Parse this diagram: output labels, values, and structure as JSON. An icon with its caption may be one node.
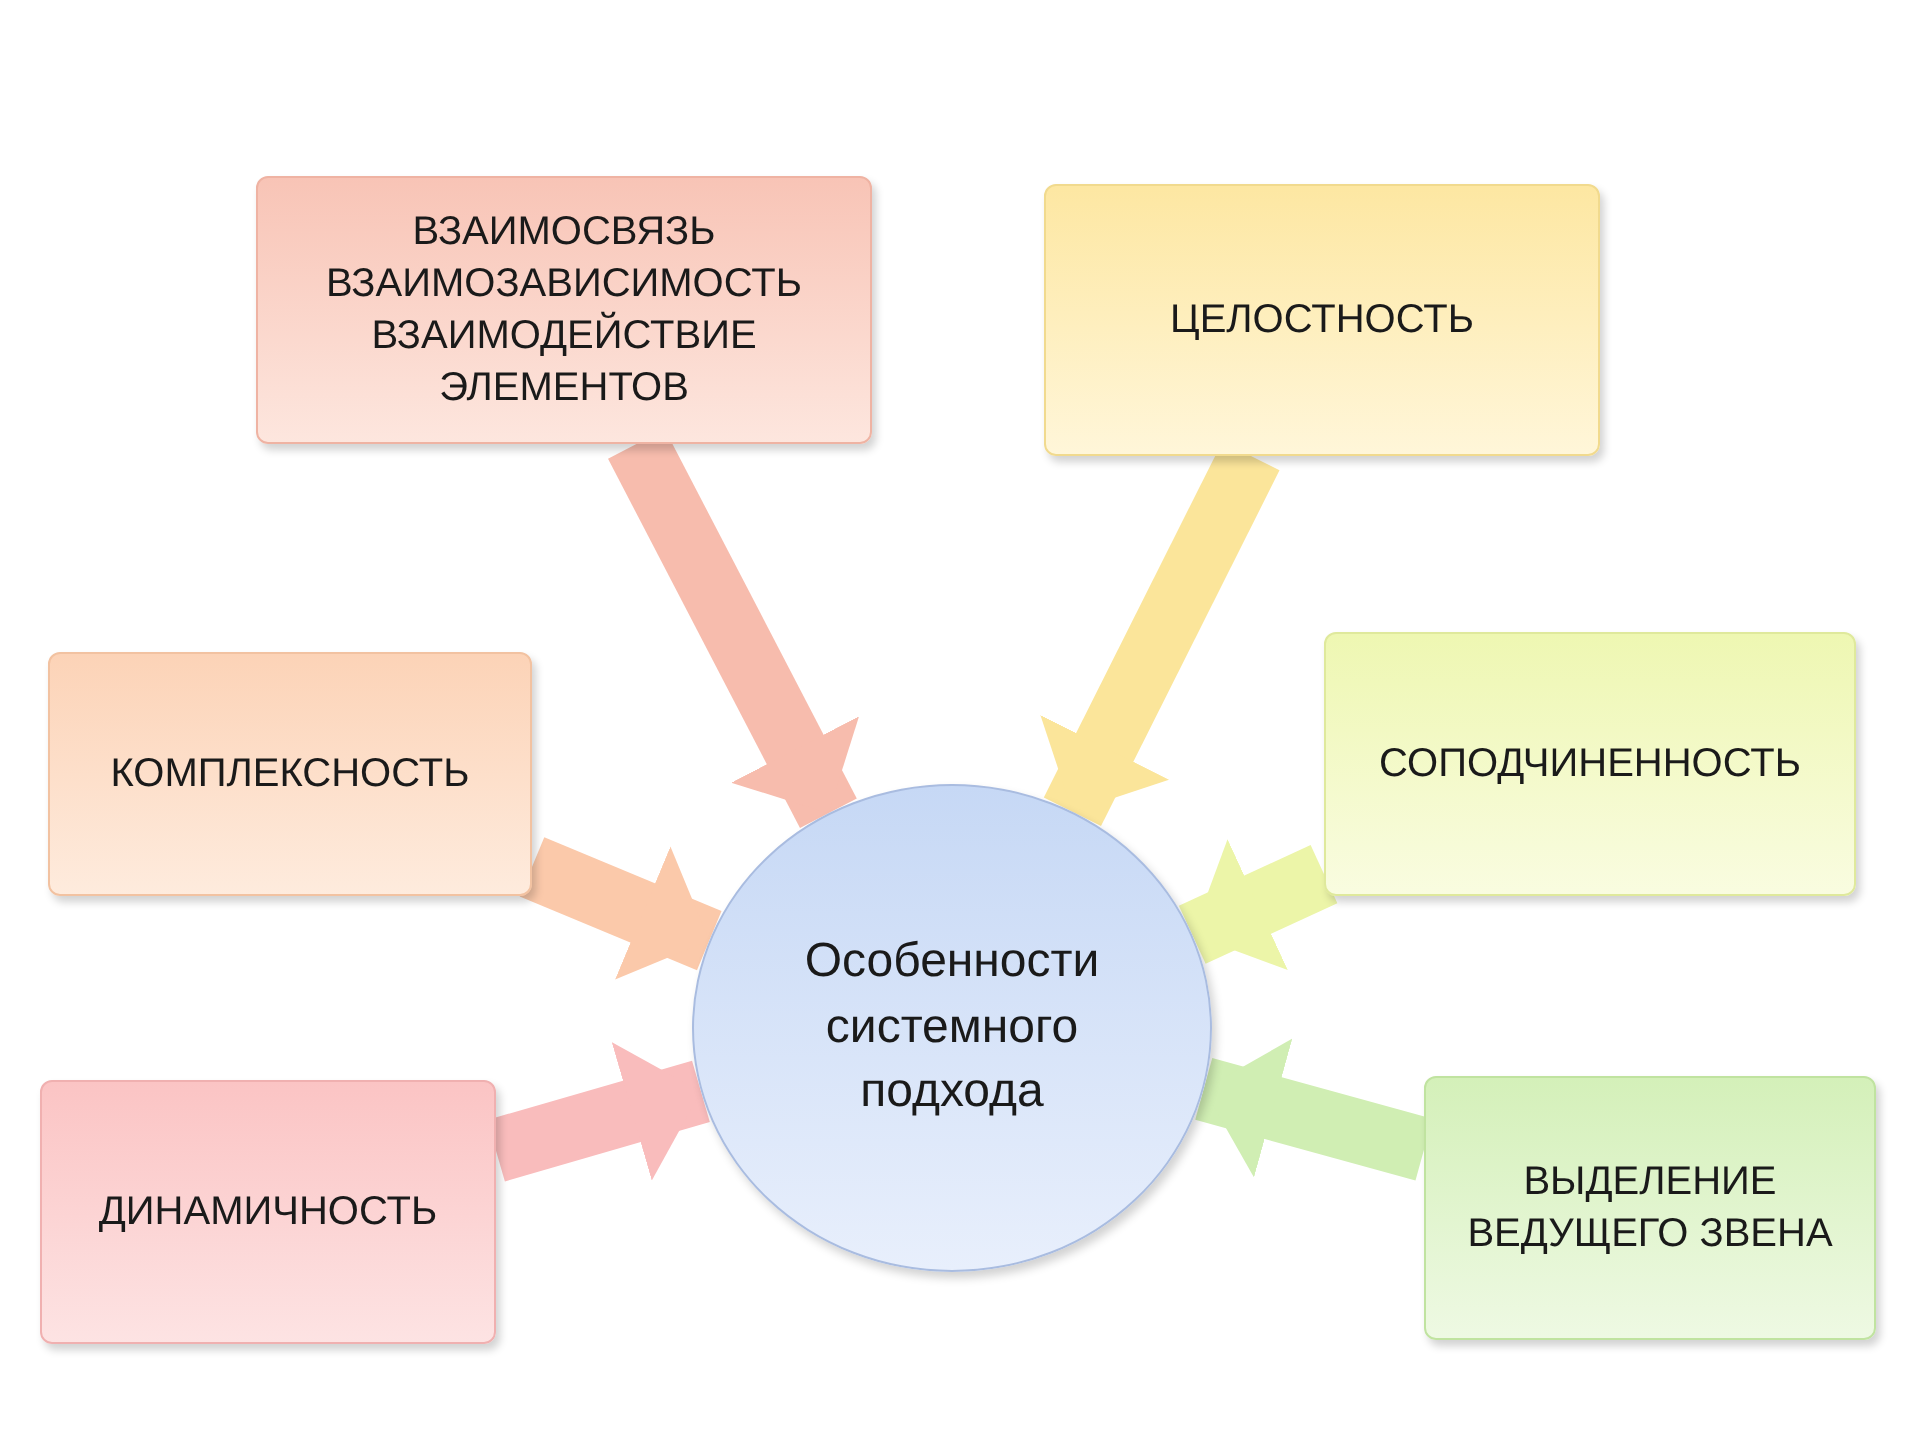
{
  "diagram": {
    "nodes": [
      {
        "text": [
          "Особенности системного подхода"
        ]
      },
      {
        "text": [
          "ВЗАИМОСВЯЗЬ ВЗАИМОЗАВИСИМОСТЬ ВЗАИМОДЕЙСТВИЕ ЭЛЕМЕНТОВ"
        ]
      },
      {
        "text": [
          "ЦЕЛОСТНОСТЬ"
        ]
      },
      {
        "text": [
          "КОМПЛЕКСНОСТЬ"
        ]
      },
      {
        "text": [
          "СОПОДЧИНЕННОСТЬ"
        ]
      },
      {
        "text": [
          "ДИНАМИЧНОСТЬ"
        ]
      },
      {
        "text": [
          "ВЫДЕЛЕНИЕ ВЕДУЩЕГО ЗВЕНА"
        ]
      }
    ],
    "edges": [
      {
        "from": 1,
        "to": 0,
        "arrow": "to",
        "color": "#f7bcad"
      },
      {
        "from": 2,
        "to": 0,
        "arrow": "to",
        "color": "#fbe59a"
      },
      {
        "from": 3,
        "to": 0,
        "arrow": "to",
        "color": "#fbc9aa"
      },
      {
        "from": 4,
        "to": 0,
        "arrow": "to",
        "color": "#ecf5a8"
      },
      {
        "from": 5,
        "to": 0,
        "arrow": "to",
        "color": "#f9bcbc"
      },
      {
        "from": 6,
        "to": 0,
        "arrow": "to",
        "color": "#d0eeb3"
      }
    ]
  }
}
